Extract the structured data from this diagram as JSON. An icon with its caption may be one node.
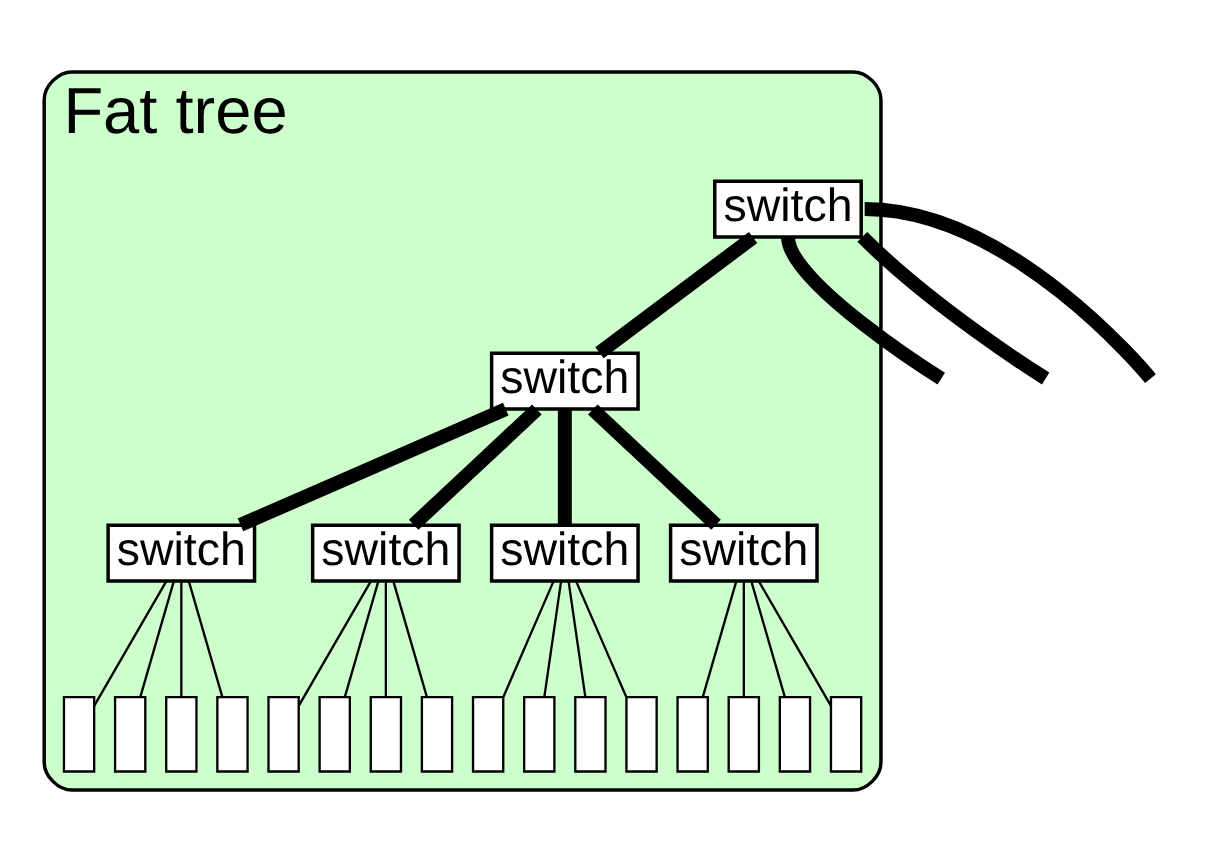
{
  "diagram": {
    "nodes": [
      {
        "text": [
          "Fat tree"
        ]
      },
      {
        "text": [
          "switch"
        ],
        "in": 0
      },
      {
        "text": [
          "switch"
        ],
        "in": 0
      },
      {
        "text": [
          "switch"
        ],
        "in": 0
      },
      {
        "text": [
          "switch"
        ],
        "in": 0
      },
      {
        "text": [
          "switch"
        ],
        "in": 0
      },
      {
        "text": [
          "switch"
        ],
        "in": 0
      },
      {
        "text": [],
        "shape": "box",
        "in": 0
      },
      {
        "text": [],
        "shape": "box",
        "in": 0
      },
      {
        "text": [],
        "shape": "box",
        "in": 0
      },
      {
        "text": [],
        "shape": "box",
        "in": 0
      },
      {
        "text": [],
        "shape": "box",
        "in": 0
      },
      {
        "text": [],
        "shape": "box",
        "in": 0
      },
      {
        "text": [],
        "shape": "box",
        "in": 0
      },
      {
        "text": [],
        "shape": "box",
        "in": 0
      },
      {
        "text": [],
        "shape": "box",
        "in": 0
      },
      {
        "text": [],
        "shape": "box",
        "in": 0
      },
      {
        "text": [],
        "shape": "box",
        "in": 0
      },
      {
        "text": [],
        "shape": "box",
        "in": 0
      },
      {
        "text": [],
        "shape": "box",
        "in": 0
      },
      {
        "text": [],
        "shape": "box",
        "in": 0
      },
      {
        "text": [],
        "shape": "box",
        "in": 0
      },
      {
        "text": [],
        "shape": "box",
        "in": 0
      }
    ],
    "edges": [
      {
        "from": 1,
        "to": 2,
        "arrow": "none",
        "style": "thick"
      },
      {
        "from": 1,
        "to": null,
        "arrow": "none",
        "style": "thick"
      },
      {
        "from": 1,
        "to": null,
        "arrow": "none",
        "style": "thick"
      },
      {
        "from": 1,
        "to": null,
        "arrow": "none",
        "style": "thick"
      },
      {
        "from": 2,
        "to": 3,
        "arrow": "none",
        "style": "thick"
      },
      {
        "from": 2,
        "to": 4,
        "arrow": "none",
        "style": "thick"
      },
      {
        "from": 2,
        "to": 5,
        "arrow": "none",
        "style": "thick"
      },
      {
        "from": 2,
        "to": 6,
        "arrow": "none",
        "style": "thick"
      },
      {
        "from": 3,
        "to": 7,
        "arrow": "none"
      },
      {
        "from": 3,
        "to": 8,
        "arrow": "none"
      },
      {
        "from": 3,
        "to": 9,
        "arrow": "none"
      },
      {
        "from": 3,
        "to": 10,
        "arrow": "none"
      },
      {
        "from": 4,
        "to": 11,
        "arrow": "none"
      },
      {
        "from": 4,
        "to": 12,
        "arrow": "none"
      },
      {
        "from": 4,
        "to": 13,
        "arrow": "none"
      },
      {
        "from": 4,
        "to": 14,
        "arrow": "none"
      },
      {
        "from": 5,
        "to": 15,
        "arrow": "none"
      },
      {
        "from": 5,
        "to": 16,
        "arrow": "none"
      },
      {
        "from": 5,
        "to": 17,
        "arrow": "none"
      },
      {
        "from": 5,
        "to": 18,
        "arrow": "none"
      },
      {
        "from": 6,
        "to": 19,
        "arrow": "none"
      },
      {
        "from": 6,
        "to": 20,
        "arrow": "none"
      },
      {
        "from": 6,
        "to": 21,
        "arrow": "none"
      },
      {
        "from": 6,
        "to": 22,
        "arrow": "none"
      }
    ]
  }
}
